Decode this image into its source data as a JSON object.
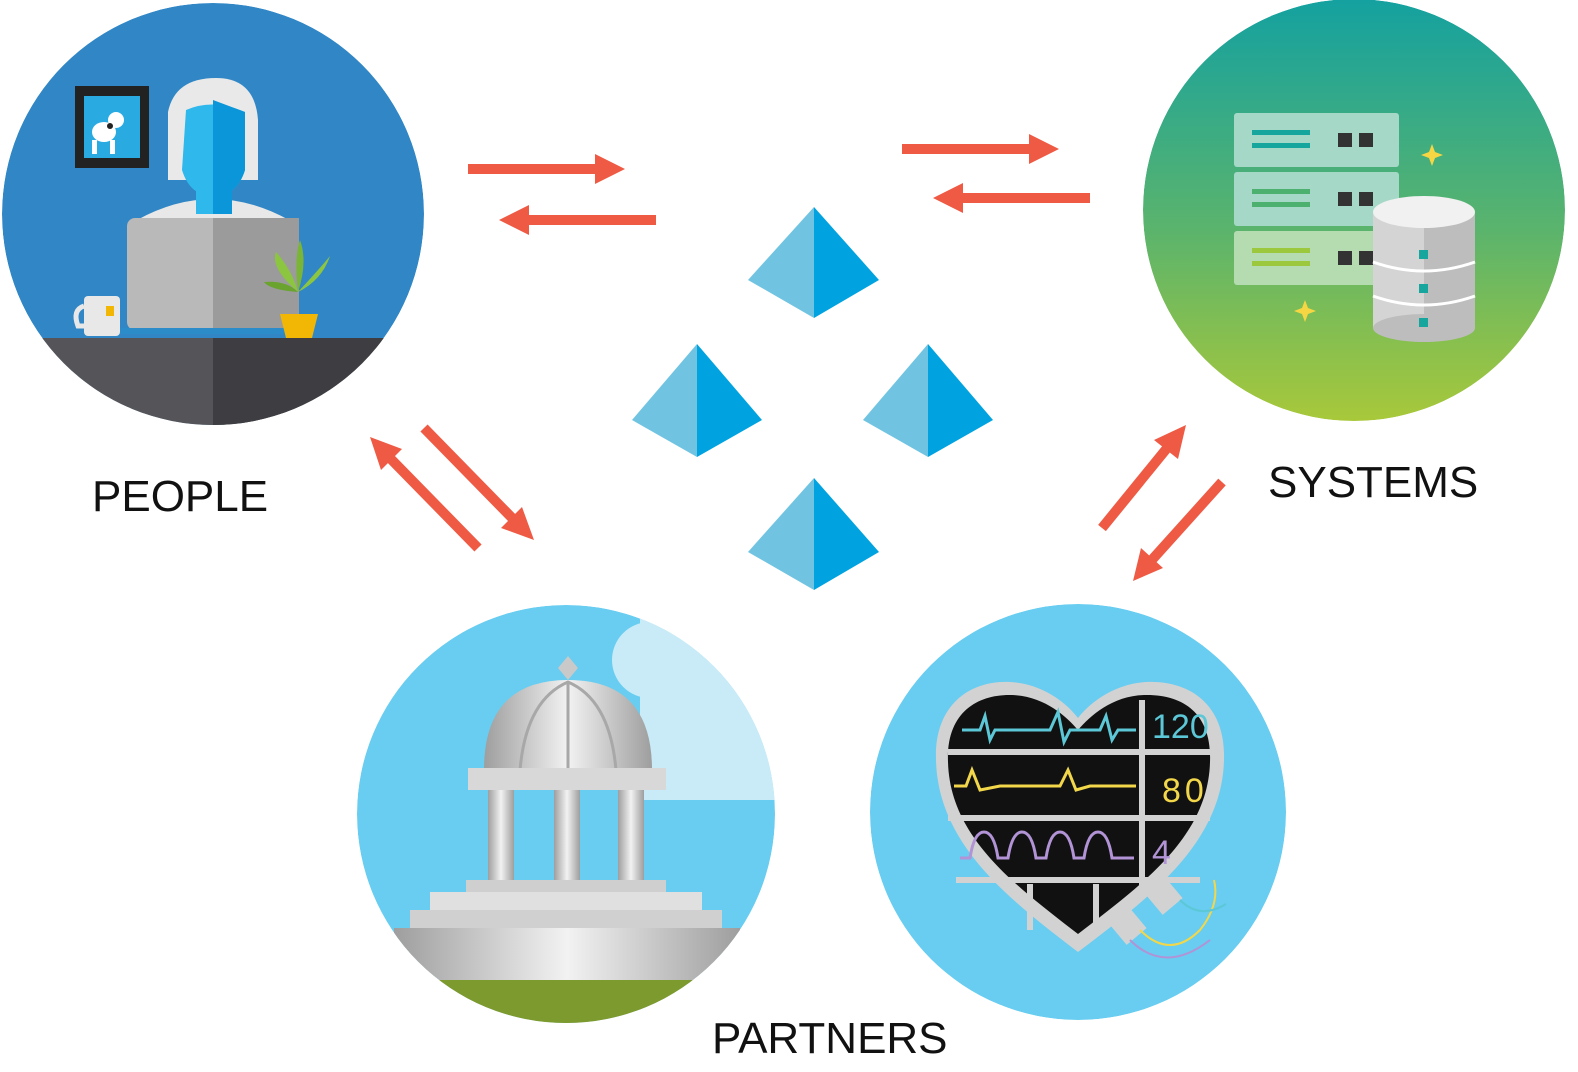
{
  "labels": {
    "people": "PEOPLE",
    "systems": "SYSTEMS",
    "partners": "PARTNERS"
  },
  "monitor": {
    "heart_rate": "120",
    "pressure": "80",
    "third": "4"
  },
  "colors": {
    "arrow": "#ee5a44",
    "pyramid_light": "#70c4e2",
    "pyramid_dark": "#00a3e0",
    "people_bg": "#3187c6",
    "sky": "#68cdf0"
  },
  "icons": {
    "people": "person-at-laptop-icon",
    "systems": "server-database-icon",
    "partners_left": "government-building-icon",
    "partners_right": "heart-monitor-icon",
    "center": "pyramid-icon"
  }
}
